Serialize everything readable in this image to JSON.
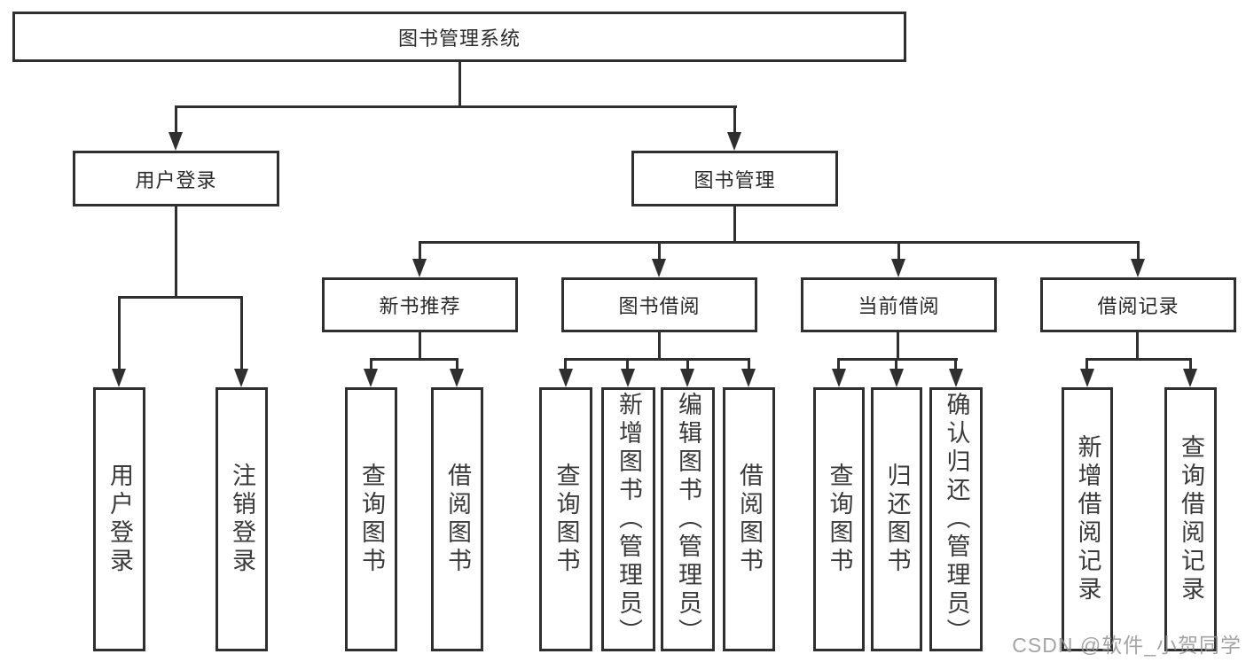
{
  "colors": {
    "line": "#2f2f2f",
    "node_border": "#2f2f2f",
    "node_text": "#2a2a2a",
    "leaf_text": "#3a3a3a",
    "watermark": "#949494",
    "background": "#ffffff"
  },
  "tree": {
    "root": {
      "label": "图书管理系统"
    },
    "branches": [
      {
        "label": "用户登录",
        "children": [
          {
            "label": "用户登录"
          },
          {
            "label": "注销登录"
          }
        ]
      },
      {
        "label": "图书管理",
        "children": [
          {
            "label": "新书推荐",
            "children": [
              {
                "label": "查询图书"
              },
              {
                "label": "借阅图书"
              }
            ]
          },
          {
            "label": "图书借阅",
            "children": [
              {
                "label": "查询图书"
              },
              {
                "label": "新增图书（管理员）"
              },
              {
                "label": "编辑图书（管理员）"
              },
              {
                "label": "借阅图书"
              }
            ]
          },
          {
            "label": "当前借阅",
            "children": [
              {
                "label": "查询图书"
              },
              {
                "label": "归还图书"
              },
              {
                "label": "确认归还（管理员）"
              }
            ]
          },
          {
            "label": "借阅记录",
            "children": [
              {
                "label": "新增借阅记录"
              },
              {
                "label": "查询借阅记录"
              }
            ]
          }
        ]
      }
    ]
  },
  "watermark": {
    "text": "CSDN @软件_小贺同学"
  }
}
